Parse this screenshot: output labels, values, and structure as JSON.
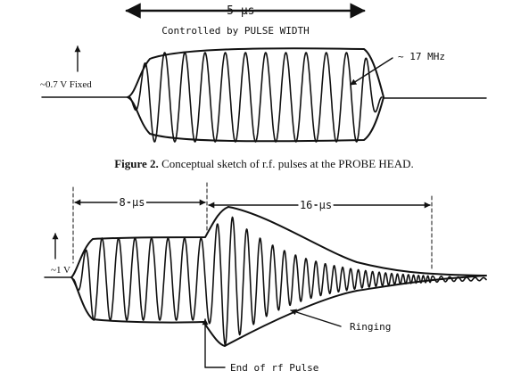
{
  "figure1": {
    "duration_label": "~ 5 µs",
    "control_label": "Controlled by PULSE WIDTH",
    "frequency_label": "~ 17 MHz",
    "amplitude_label": "~0.7 V Fixed"
  },
  "figure1_caption": {
    "prefix": "Figure 2.",
    "text": " Conceptual sketch of r.f. pulses at the PROBE HEAD."
  },
  "figure2": {
    "interval1_label": "8 µs",
    "interval2_label": "16 µs",
    "amplitude_label": "~1 V",
    "ringing_label": "Ringing",
    "end_label": "End of rf Pulse"
  }
}
